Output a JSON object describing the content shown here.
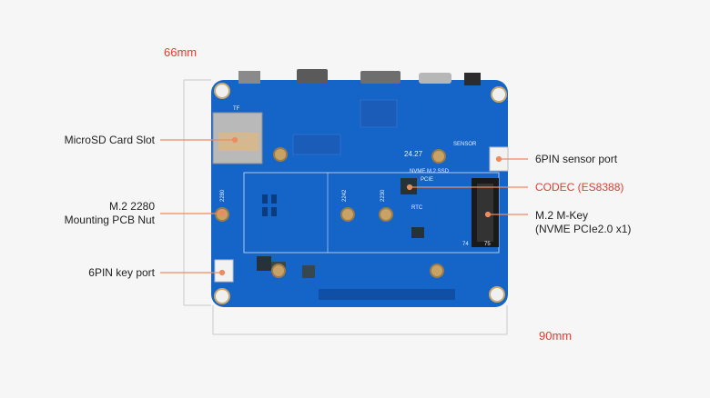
{
  "dimensions": {
    "width_label": "90mm",
    "height_label": "66mm"
  },
  "callouts": {
    "microsd": "MicroSD Card Slot",
    "m2_nut_line1": "M.2 2280",
    "m2_nut_line2": "Mounting PCB Nut",
    "key_port": "6PIN key port",
    "sensor_port": "6PIN sensor port",
    "codec": "CODEC (ES8388)",
    "m2_mkey_line1": "M.2 M-Key",
    "m2_mkey_line2": "(NVME PCIe2.0 x1)"
  },
  "board_silkscreen": {
    "tf": "TF",
    "sensor": "SENSOR",
    "nvme": "NVME M.2 SSD",
    "pcie": "PCIE",
    "date": "24.27",
    "s2280": "2280",
    "s2242": "2242",
    "s2230": "2230",
    "rtc": "RTC",
    "p74": "74",
    "p75": "75"
  },
  "colors": {
    "callout_red": "#e83a2f",
    "leader_orange": "#ef8a5f",
    "pcb_blue": "#1565c8",
    "pcb_dark": "#0f4fa6"
  }
}
